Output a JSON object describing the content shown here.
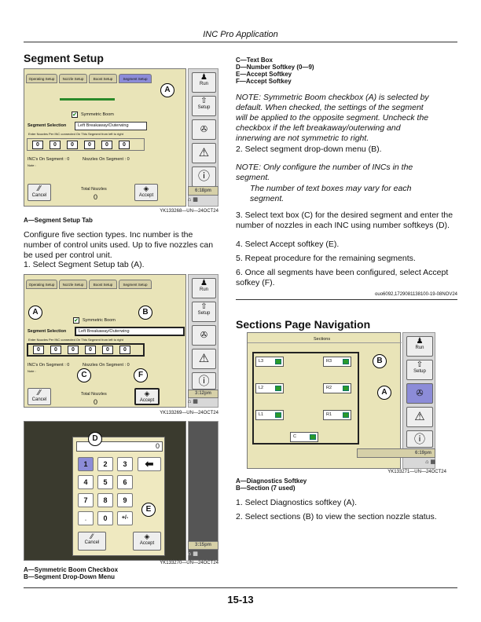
{
  "header": {
    "title": "INC Pro Application"
  },
  "left": {
    "heading": "Segment Setup",
    "fig1_caption": "A—Segment Setup Tab",
    "fig1_ref": "YK133268—UN—24OCT24",
    "intro": "Configure five section types. Inc number is the number of control units used. Up to five nozzles can be used per control unit.",
    "step1": "1. Select Segment Setup tab (A).",
    "fig2_ref": "YK133269—UN—24OCT24",
    "fig3_ref": "YK133270—UN—24OCT24",
    "fig3_captions": [
      "A—Symmetric Boom Checkbox",
      "B—Segment Drop-Down Menu"
    ]
  },
  "right": {
    "legend": [
      "C—Text Box",
      "D—Number Softkey (0—9)",
      "E—Accept Softkey",
      "F—Accept Softkey"
    ],
    "note1": "NOTE: Symmetric Boom checkbox (A) is selected by default. When checked, the settings of the segment will be applied to the opposite segment. Uncheck the checkbox if the left breakaway/outerwing and innerwing are not symmetric to right.",
    "step2": "2. Select segment drop-down menu (B).",
    "note2a": "NOTE: Only configure the number of INCs in the segment.",
    "note2b": "The number of text boxes may vary for each segment.",
    "step3": "3. Select text box (C) for the desired segment and enter the number of nozzles in each INC using number softkeys (D).",
    "step4": "4. Select Accept softkey (E).",
    "step5": "5. Repeat procedure for the remaining segments.",
    "step6": "6. Once all segments have been configured, select Accept sofkey (F).",
    "ref1": "ouo6092,1729081138100-19-08NOV24",
    "heading2": "Sections Page Navigation",
    "fig4_ref": "YK133271—UN—24OCT24",
    "fig4_captions": [
      "A—Diagnostics Softkey",
      "B—Section (7 used)"
    ],
    "step7": "1. Select Diagnostics softkey (A).",
    "step8": "2. Select sections (B) to view the section nozzle status."
  },
  "screen": {
    "tabs": [
      "Operating Setup",
      "Nozzle Setup",
      "Boost Setup",
      "Segment Setup"
    ],
    "symmetric_label": "Symmetric Boom",
    "segment_selection_label": "Segment Selection",
    "segment_value": "Left Breakaway/Outerwing",
    "enter_hint": "Enter Nozzles Per INC connected On This Segment from left to right",
    "nozzle_values": [
      "0",
      "0",
      "0",
      "0",
      "0",
      "0"
    ],
    "incs_label": "INC's On Segment :",
    "incs_value": "0",
    "nozzles_label": "Nozzles On Segment :",
    "nozzles_value": "0",
    "note_label": "Note :",
    "total_label": "Total Nozzles",
    "total_value": "0",
    "cancel": "Cancel",
    "accept": "Accept",
    "run": "Run",
    "setup": "Setup",
    "time1": "6:18pm",
    "time2": "3:12pm",
    "time3": "3:15pm",
    "time4": "6:19pm",
    "keypad": [
      "1",
      "2",
      "3",
      "4",
      "5",
      "6",
      "7",
      "8",
      "9",
      ".",
      "0",
      "+/-"
    ],
    "keypad_display": "0",
    "sections_title": "Sections",
    "sections": [
      "L3",
      "R3",
      "L2",
      "R2",
      "L1",
      "R1",
      "C"
    ]
  },
  "page_number": "15-13"
}
